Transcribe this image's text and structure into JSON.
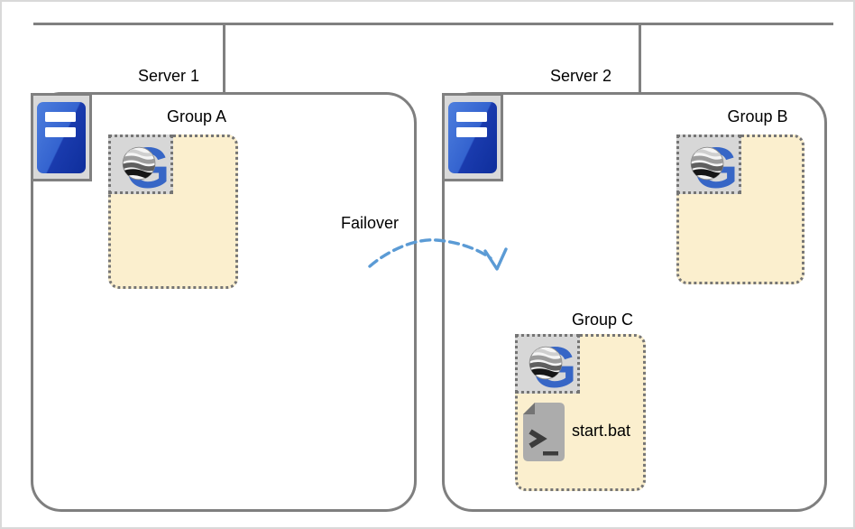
{
  "diagram": {
    "type": "failover-topology",
    "network": {
      "bus_line": "horizontal-network-bus",
      "connectors": 2
    },
    "servers": [
      {
        "label": "Server 1",
        "icon": "server-tower-icon",
        "groups": [
          "Group A"
        ]
      },
      {
        "label": "Server 2",
        "icon": "server-tower-icon",
        "groups": [
          "Group B",
          "Group C"
        ]
      }
    ],
    "groups": [
      {
        "label": "Group A",
        "server": "Server 1",
        "icon": "g-logo-globe-icon",
        "contents": []
      },
      {
        "label": "Group B",
        "server": "Server 2",
        "icon": "g-logo-globe-icon",
        "contents": []
      },
      {
        "label": "Group C",
        "server": "Server 2",
        "icon": "g-logo-globe-icon",
        "file": "start.bat",
        "file_icon": "batch-script-file-icon"
      }
    ],
    "failover": {
      "label": "Failover",
      "from": "Server 1",
      "to": "Server 2",
      "style": "dashed-curved-arrow"
    },
    "colors": {
      "bus_line": "#808080",
      "server_border": "#7f7f7f",
      "group_fill": "#fbefce",
      "dotted_border": "#757575",
      "tile_gray": "#d7d7d7",
      "server_tile_gray": "#d9d9d9",
      "logo_blue": "#3766c6",
      "server_blue_light": "#4a7bdc",
      "server_blue_dark": "#10309e",
      "arrow_blue": "#5b9bd5",
      "doc_gray": "#acacac",
      "doc_fold": "#747474",
      "doc_glyph": "#3c3c3c"
    }
  }
}
